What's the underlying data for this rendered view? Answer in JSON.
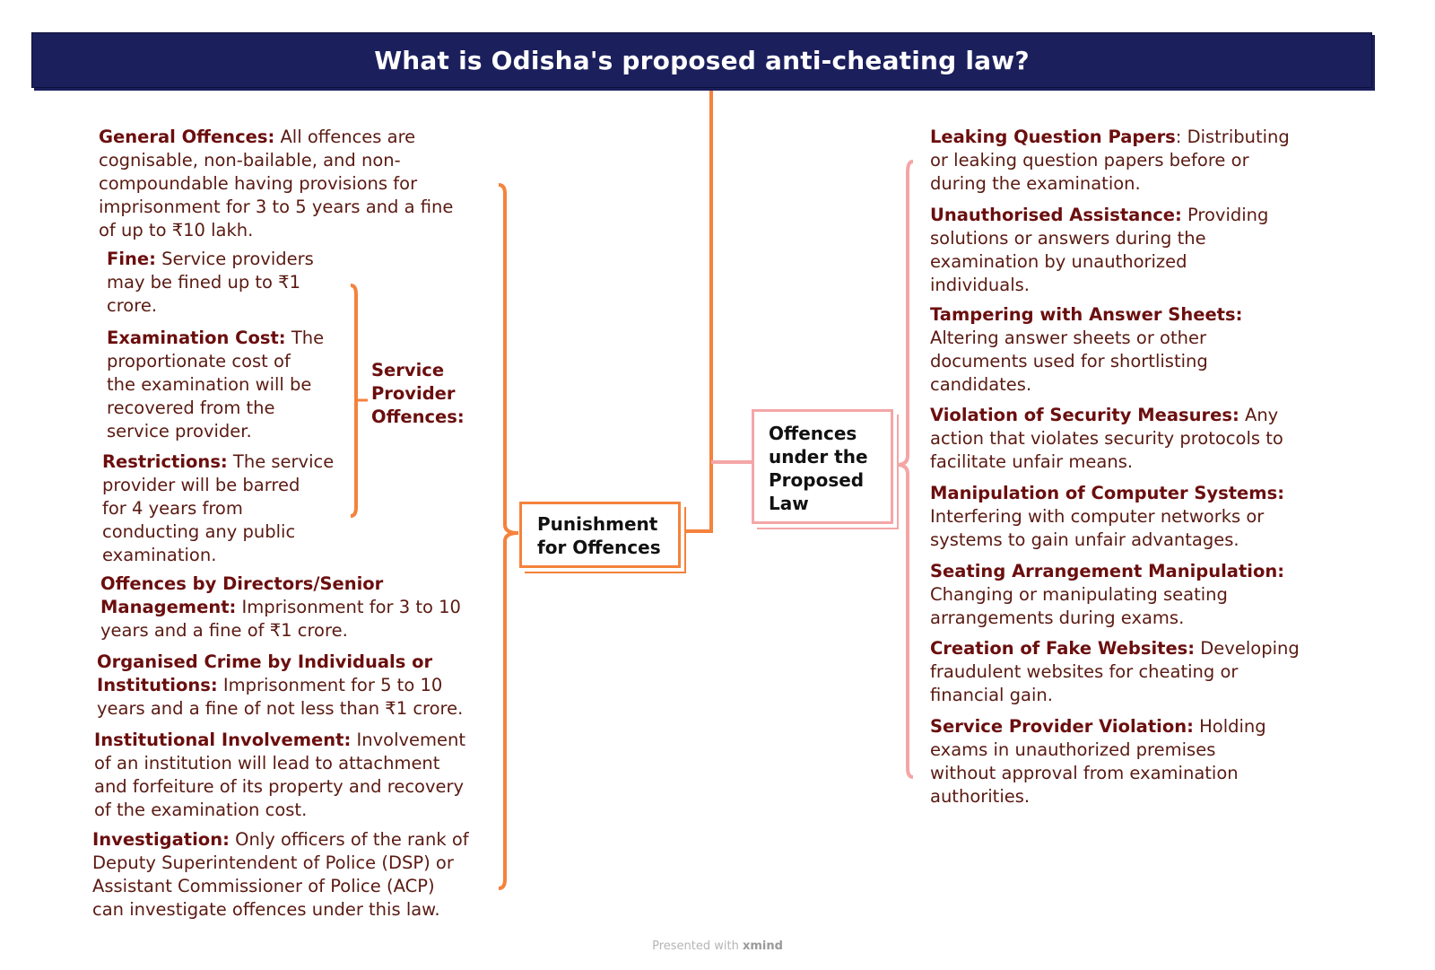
{
  "title": "What is Odisha's proposed anti-cheating law?",
  "colors": {
    "title_bg": "#1b1f5c",
    "orange": "#f5823c",
    "pink": "#f4a6a6",
    "text": "#5a1a12",
    "heading": "#6b0e0e"
  },
  "nodes": {
    "punishment": [
      "Punishment",
      "for Offences"
    ],
    "offences": [
      "Offences",
      "under the",
      "Proposed",
      "Law"
    ],
    "service_provider": [
      "Service",
      "Provider",
      "Offences:"
    ]
  },
  "punishment_items": [
    {
      "key": "General Offences:",
      "lines": [
        "All offences are",
        "cognisable, non-bailable, and non-",
        "compoundable having provisions for",
        "imprisonment for 3 to 5 years and a fine",
        "of up to ₹10 lakh."
      ]
    },
    {
      "key": "Offences by Directors/Senior",
      "key2": "Management:",
      "lines": [
        "Imprisonment for 3 to 10",
        "years and a fine of ₹1 crore."
      ]
    },
    {
      "key": "Organised Crime by Individuals or",
      "key2": "Institutions:",
      "lines": [
        "Imprisonment for 5 to 10",
        "years and a fine of not less than ₹1 crore."
      ]
    },
    {
      "key": "Institutional Involvement:",
      "lines": [
        "Involvement",
        "of an institution will lead to attachment",
        "and forfeiture of its property and recovery",
        "of the examination cost."
      ]
    },
    {
      "key": "Investigation:",
      "lines": [
        "Only officers of the rank of",
        "Deputy Superintendent of Police (DSP) or",
        "Assistant Commissioner of Police (ACP)",
        "can investigate offences under this law."
      ]
    }
  ],
  "service_provider_items": [
    {
      "key": "Fine:",
      "lines": [
        "Service providers",
        "may be fined up to ₹1",
        "crore."
      ]
    },
    {
      "key": "Examination Cost:",
      "lines": [
        "The",
        "proportionate cost of",
        "the examination will be",
        "recovered from the",
        "service provider."
      ]
    },
    {
      "key": "Restrictions:",
      "lines": [
        "The service",
        "provider will be barred",
        "for 4 years from",
        "conducting any public",
        "examination."
      ]
    }
  ],
  "offence_items": [
    {
      "key": "Leaking Question Papers",
      "lines": [
        ": Distributing",
        "or leaking question papers before or",
        "during the examination."
      ]
    },
    {
      "key": "Unauthorised Assistance:",
      "lines": [
        "Providing",
        "solutions or answers during the",
        "examination by unauthorized",
        "individuals."
      ]
    },
    {
      "key": "Tampering with Answer Sheets:",
      "lines": [
        "",
        "Altering answer sheets or other",
        "documents used for shortlisting",
        "candidates."
      ]
    },
    {
      "key": "Violation of Security Measures:",
      "lines": [
        "Any",
        "action that violates security protocols to",
        "facilitate unfair means."
      ]
    },
    {
      "key": "Manipulation of Computer Systems:",
      "lines": [
        "",
        "Interfering with computer networks or",
        "systems to gain unfair advantages."
      ]
    },
    {
      "key": "Seating Arrangement Manipulation:",
      "lines": [
        "",
        "Changing or manipulating seating",
        "arrangements during exams."
      ]
    },
    {
      "key": "Creation of Fake Websites:",
      "lines": [
        "Developing",
        "fraudulent websites for cheating or",
        "financial gain."
      ]
    },
    {
      "key": "Service Provider Violation:",
      "lines": [
        "Holding",
        "exams in unauthorized premises",
        "without approval from examination",
        "authorities."
      ]
    }
  ],
  "footer": {
    "prefix": "Presented with ",
    "brand": "xmind"
  }
}
